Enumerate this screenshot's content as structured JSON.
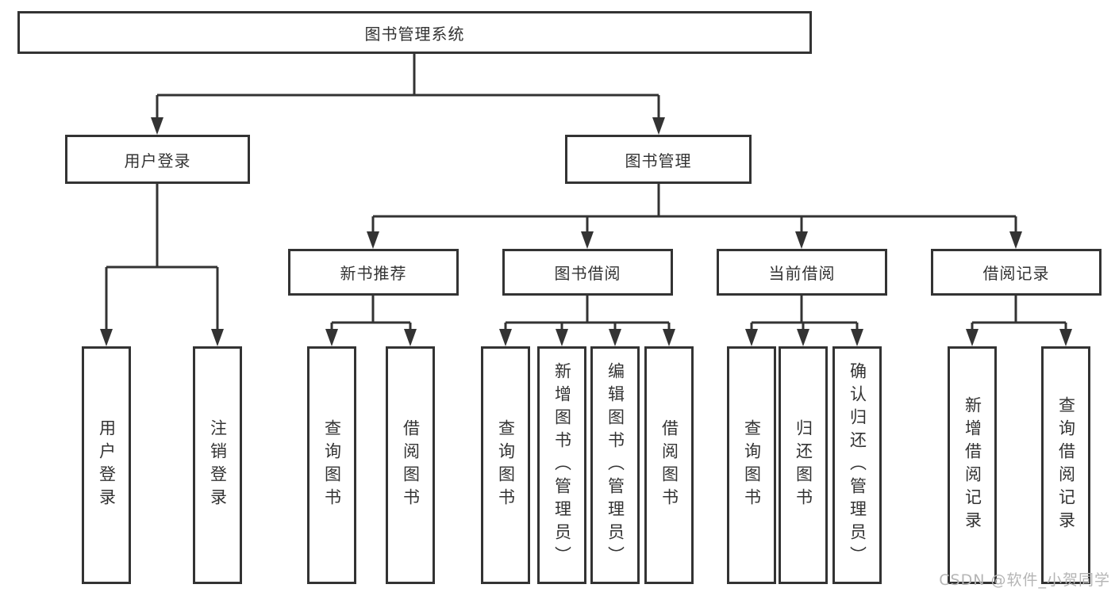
{
  "colors": {
    "line": "#333333",
    "text": "#333333",
    "background": "#ffffff",
    "watermark": "#b5b5b5"
  },
  "tree": {
    "label": "图书管理系统",
    "children": [
      {
        "label": "用户登录",
        "children": [
          {
            "label": "用户登录"
          },
          {
            "label": "注销登录"
          }
        ]
      },
      {
        "label": "图书管理",
        "children": [
          {
            "label": "新书推荐",
            "children": [
              {
                "label": "查询图书"
              },
              {
                "label": "借阅图书"
              }
            ]
          },
          {
            "label": "图书借阅",
            "children": [
              {
                "label": "查询图书"
              },
              {
                "label": "新增图书（管理员）"
              },
              {
                "label": "编辑图书（管理员）"
              },
              {
                "label": "借阅图书"
              }
            ]
          },
          {
            "label": "当前借阅",
            "children": [
              {
                "label": "查询图书"
              },
              {
                "label": "归还图书"
              },
              {
                "label": "确认归还（管理员）"
              }
            ]
          },
          {
            "label": "借阅记录",
            "children": [
              {
                "label": "新增借阅记录"
              },
              {
                "label": "查询借阅记录"
              }
            ]
          }
        ]
      }
    ]
  },
  "watermark": "CSDN @软件_小贺同学"
}
